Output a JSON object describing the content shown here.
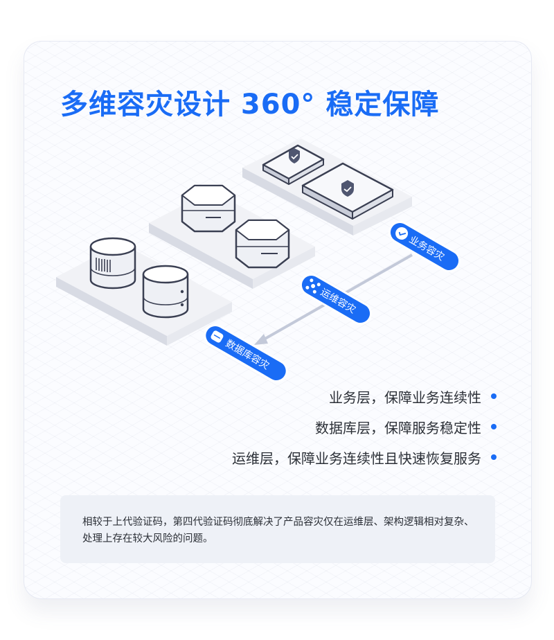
{
  "title": "多维容灾设计 360° 稳定保障",
  "chips": {
    "business": "业务容灾",
    "ops": "运维容灾",
    "database": "数据库容灾"
  },
  "features": [
    "业务层，保障业务连续性",
    "数据库层，保障服务稳定性",
    "运维层，保障业务连续性且快速恢复服务"
  ],
  "note": "相较于上代验证码，第四代验证码彻底解决了产品容灾仅在运维层、架构逻辑相对复杂、处理上存在较大风险的问题。",
  "colors": {
    "accent": "#1a6cf5",
    "text": "#2b2f36",
    "note_bg": "#eef1f7"
  },
  "icons": [
    "shield-check-icon",
    "database-icon",
    "server-hex-icon",
    "cluster-icon",
    "database-chip-icon"
  ]
}
